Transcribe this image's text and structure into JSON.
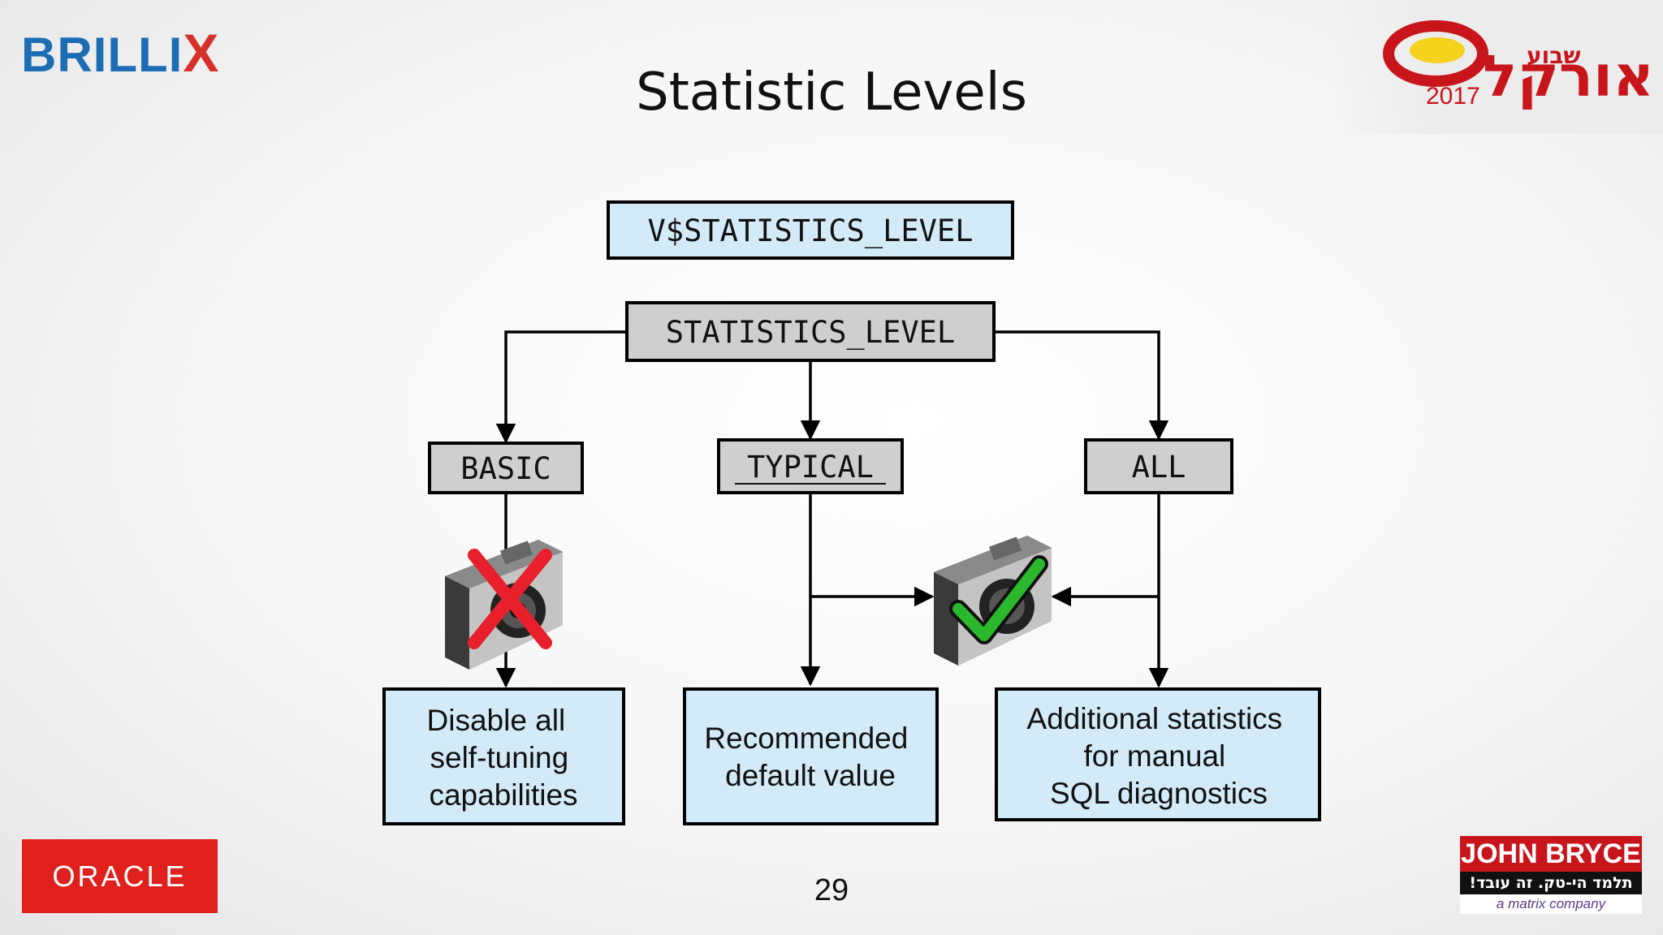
{
  "header": {
    "brand_left_main": "BRILLI",
    "brand_left_x": "X",
    "title": "Statistic Levels",
    "brand_right_main": "אורקל",
    "brand_right_small": "שבוע",
    "brand_right_year": "2017"
  },
  "diagram": {
    "view_node": "V$STATISTICS_LEVEL",
    "param_node": "STATISTICS_LEVEL",
    "levels": [
      "BASIC",
      "TYPICAL",
      "ALL"
    ],
    "descriptions": {
      "basic": [
        "Disable all",
        "self-tuning",
        "capabilities"
      ],
      "typical": [
        "Recommended",
        "default value"
      ],
      "all": [
        "Additional statistics",
        "for manual",
        "SQL diagnostics"
      ]
    },
    "icons": {
      "basic": "camera-crossed-icon",
      "shared": "camera-checked-icon"
    },
    "colors": {
      "code_box": "#cfcfcf",
      "view_box": "#d3eaf8",
      "desc_box": "#d3eaf8",
      "cross": "#e8202c",
      "check": "#2cb82c"
    }
  },
  "footer": {
    "page_number": "29",
    "oracle_logo": "ORACLE",
    "jb_top": "JOHN BRYCE",
    "jb_mid": "תלמד הי-טק. זה עובד!",
    "jb_bot": "a matrix company"
  }
}
